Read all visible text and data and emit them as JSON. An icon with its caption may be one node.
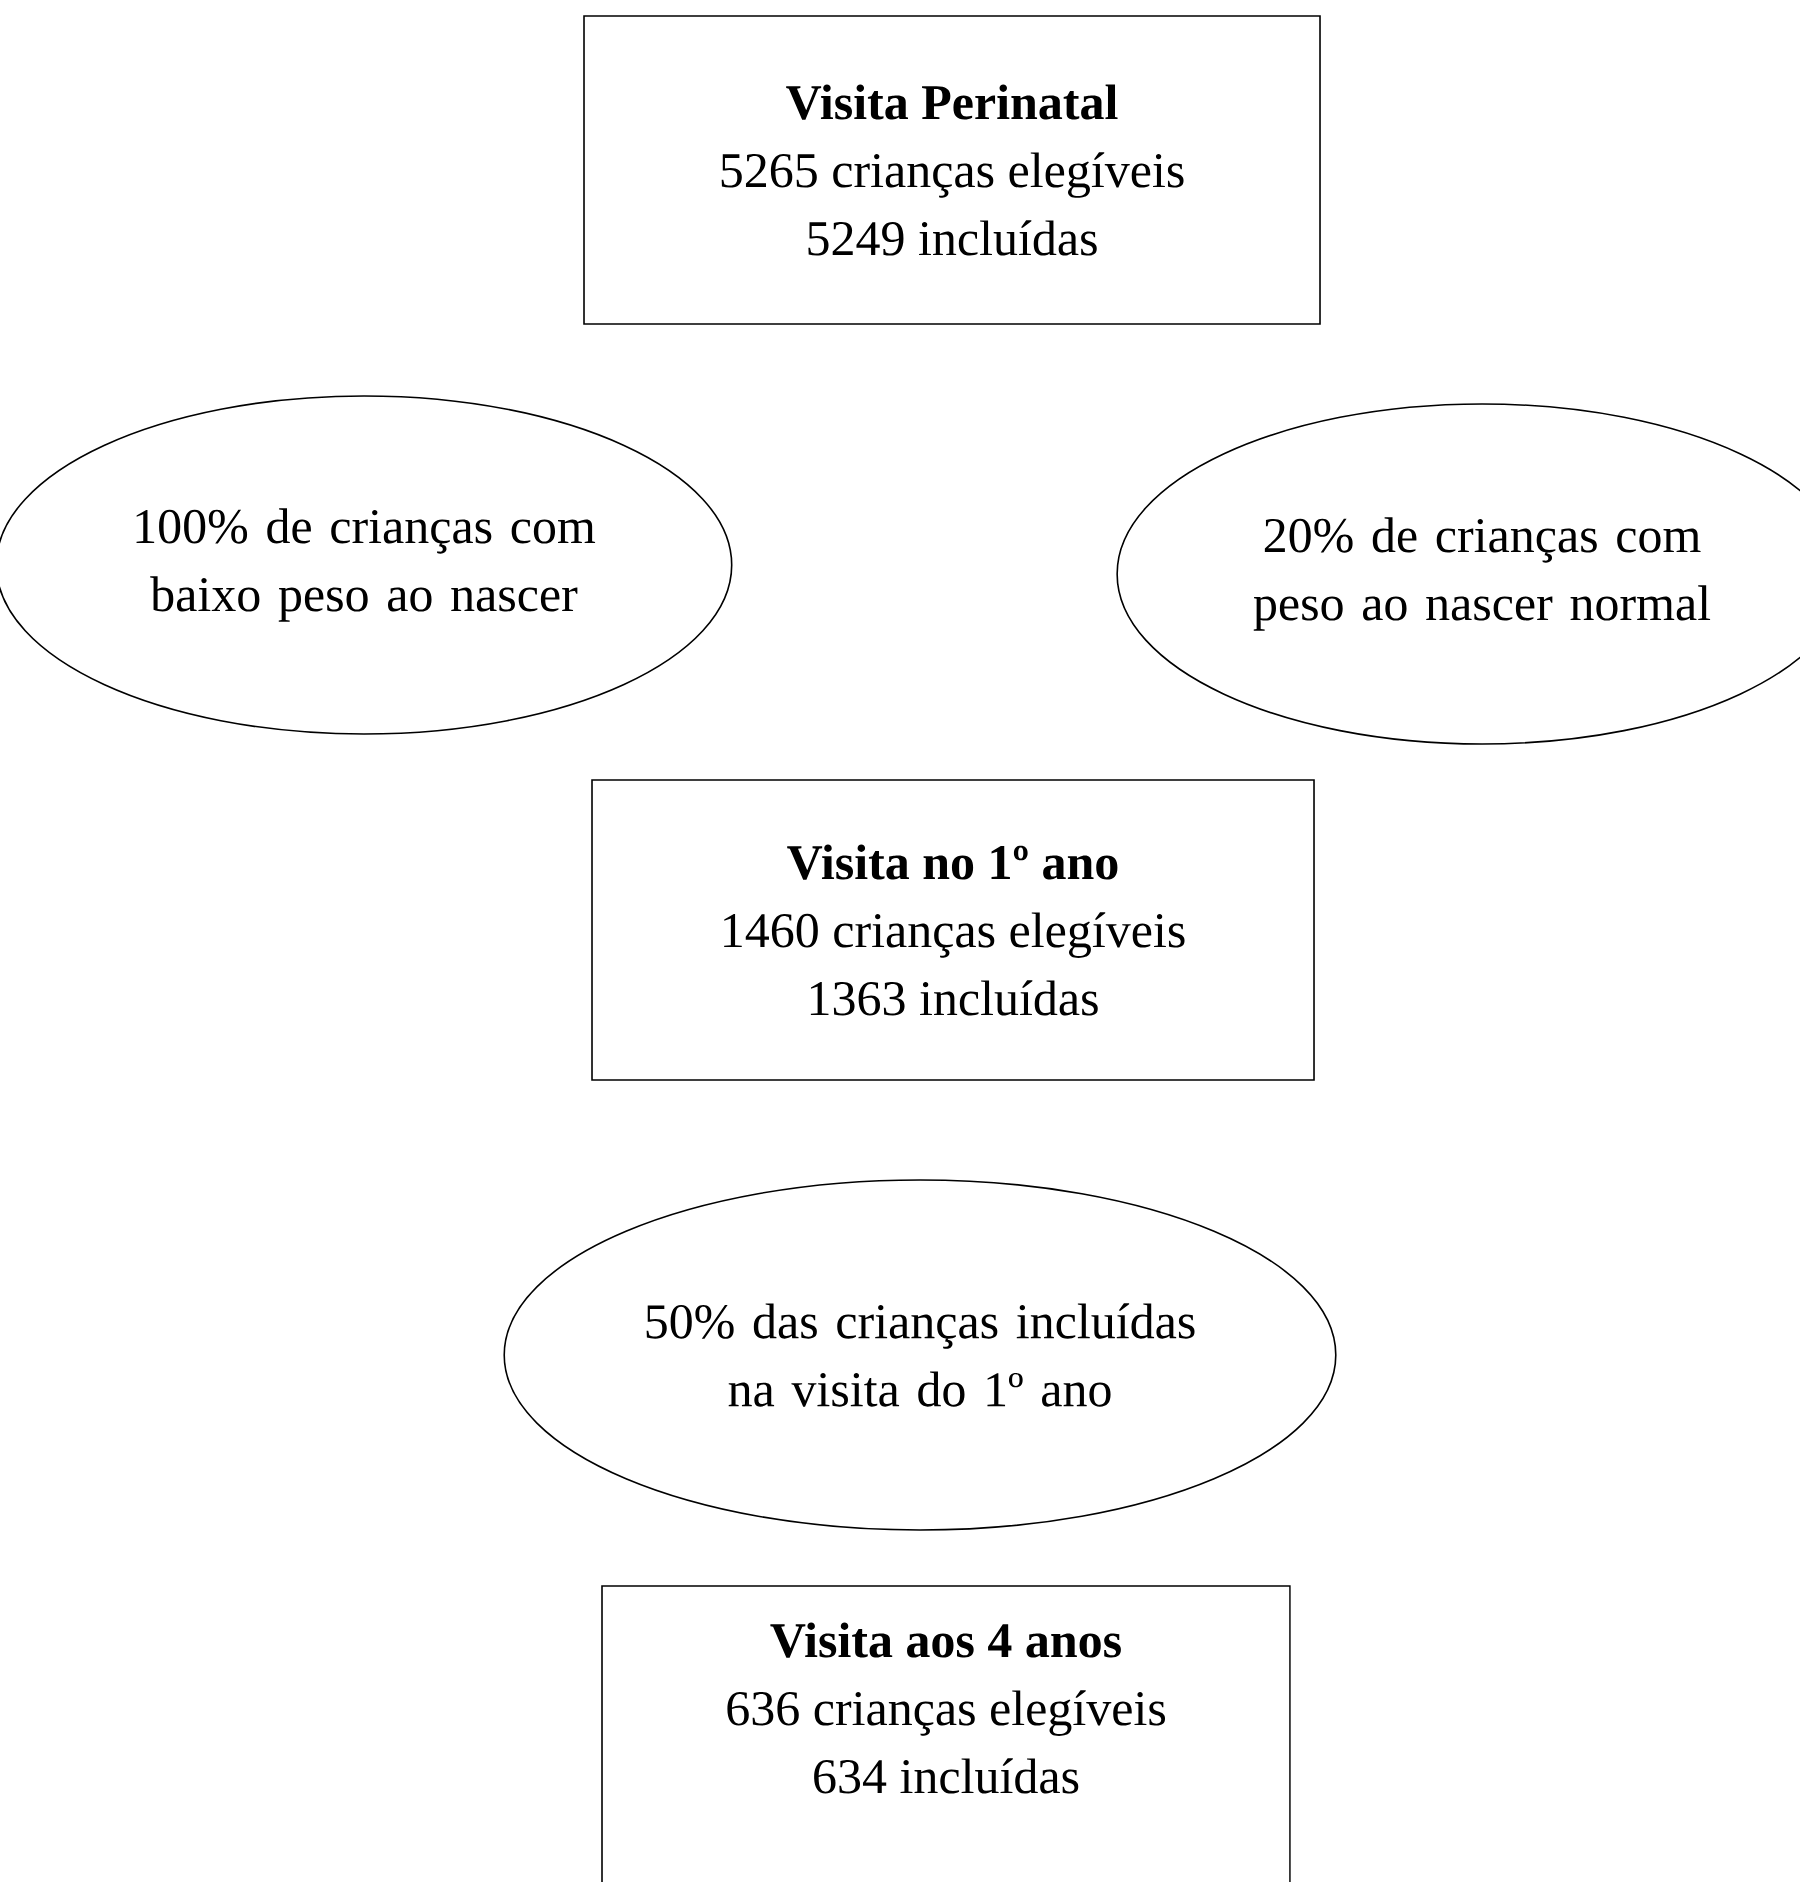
{
  "diagram": {
    "nodes": [
      {
        "text": [
          "Visita Perinatal",
          "5265 crianças elegíveis",
          "5249 incluídas"
        ]
      },
      {
        "text": [
          "100% de crianças com baixo peso ao nascer"
        ]
      },
      {
        "text": [
          "20% de crianças com peso ao nascer normal"
        ]
      },
      {
        "text": [
          "Visita no 1º ano",
          "1460 crianças elegíveis",
          "1363 incluídas"
        ]
      },
      {
        "text": [
          "50% das crianças incluídas na visita do 1º ano"
        ]
      },
      {
        "text": [
          "Visita aos 4 anos",
          "636 crianças elegíveis",
          "634 incluídas"
        ]
      }
    ]
  }
}
